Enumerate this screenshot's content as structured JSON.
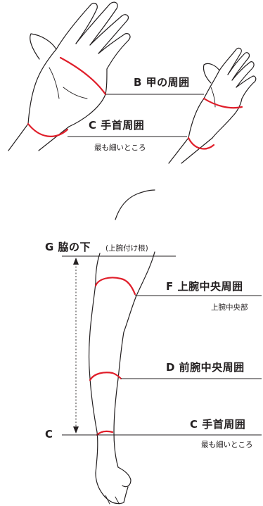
{
  "labels": {
    "b_back": "B 甲の周囲",
    "c_wrist_top": "C 手首周囲",
    "c_wrist_top_note": "最も細いところ",
    "g_title": "G 脇の下",
    "g_note": "(上腕付け根)",
    "f_upper": "F 上腕中央周囲",
    "f_note": "上腕中央部",
    "d_forearm": "D 前腕中央周囲",
    "c_marker": "C",
    "c_wrist_bottom": "C 手首周囲",
    "c_wrist_bottom_note": "最も細いところ"
  },
  "colors": {
    "outline": "#231f20",
    "measure": "#e01e2a"
  }
}
